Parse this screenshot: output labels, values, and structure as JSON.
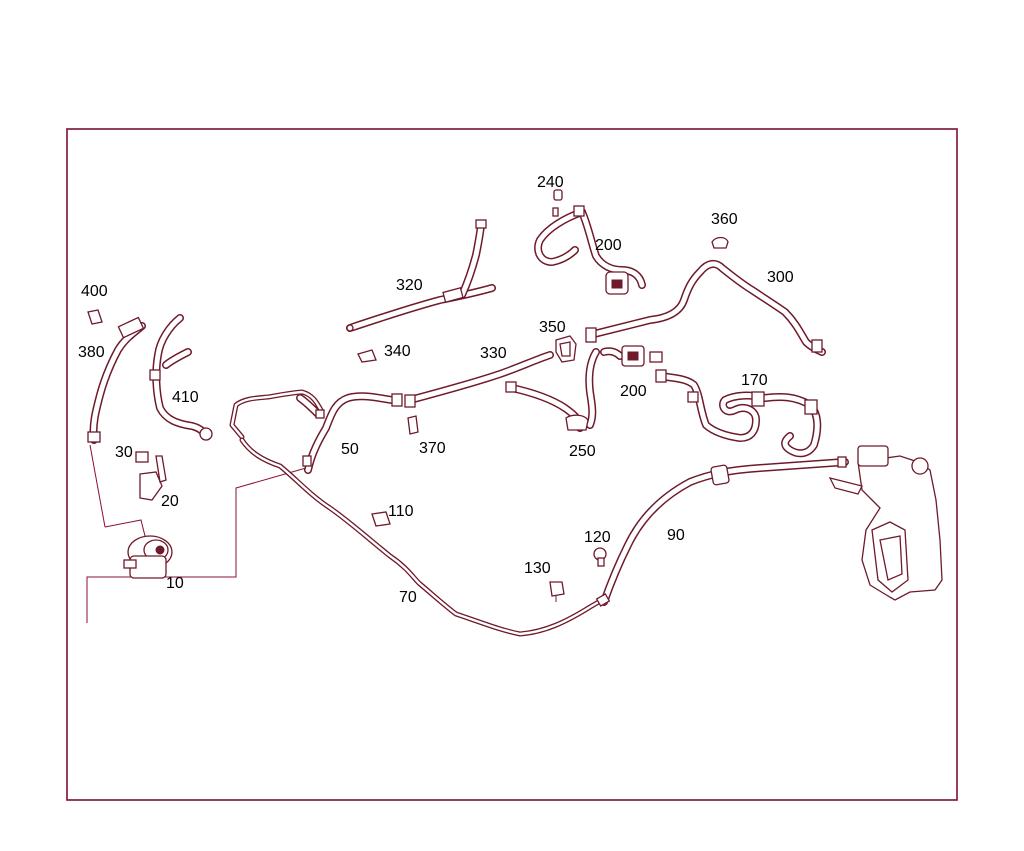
{
  "diagram": {
    "colors": {
      "line": "#6e1a2a",
      "frame": "#7a1030",
      "leader": "#8a1030",
      "background": "#ffffff"
    },
    "labels": {
      "p10": "10",
      "p20": "20",
      "p30": "30",
      "p50": "50",
      "p70": "70",
      "p90": "90",
      "p110": "110",
      "p120": "120",
      "p130": "130",
      "p170": "170",
      "p200a": "200",
      "p200b": "200",
      "p240": "240",
      "p250": "250",
      "p300": "300",
      "p320": "320",
      "p330": "330",
      "p340": "340",
      "p350": "350",
      "p360": "360",
      "p370": "370",
      "p380": "380",
      "p400": "400",
      "p410": "410"
    }
  }
}
